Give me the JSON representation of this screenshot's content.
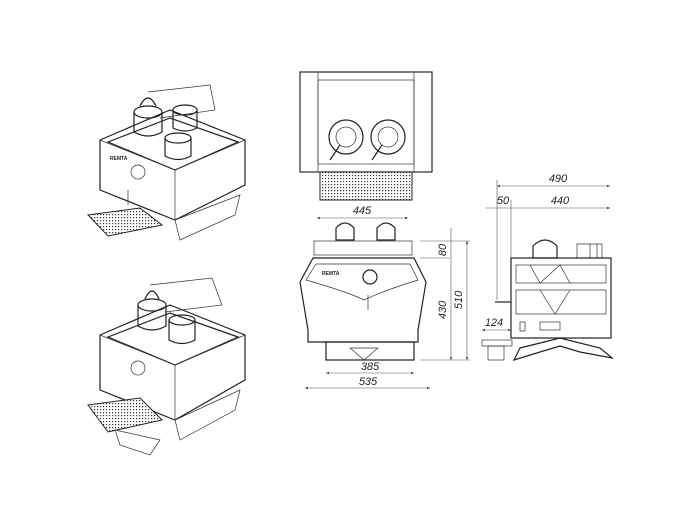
{
  "brand": "REMTA",
  "dimensions": {
    "front_width_top": "445",
    "front_height_top": "80",
    "front_height_body": "430",
    "front_height_total": "510",
    "front_width_base": "385",
    "front_width_total": "535",
    "side_depth_total": "490",
    "side_offset": "50",
    "side_depth_body": "440",
    "side_tray": "124"
  }
}
